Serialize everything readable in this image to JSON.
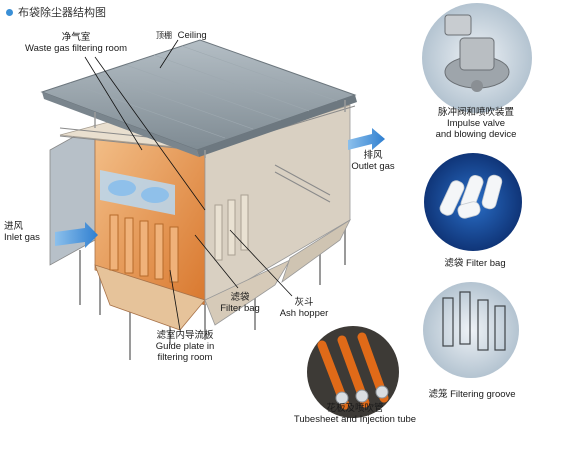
{
  "title": "布袋除尘器结构图",
  "labels": {
    "ceiling_cn": "顶棚",
    "ceiling_en": "Ceiling",
    "waste_gas_room_cn": "净气室",
    "waste_gas_room_en": "Waste gas filtering room",
    "outlet_gas_cn": "排风",
    "outlet_gas_en": "Outlet gas",
    "inlet_gas_cn": "进风",
    "inlet_gas_en": "Inlet gas",
    "filter_bag_cn": "滤袋",
    "filter_bag_en": "Filter bag",
    "ash_hopper_cn": "灰斗",
    "ash_hopper_en": "Ash hopper",
    "guide_plate_cn": "滤室内导流板",
    "guide_plate_en_1": "Guide plate in",
    "guide_plate_en_2": "filtering room",
    "impulse_valve_cn": "脉冲阀和喷吹装置",
    "impulse_valve_en_1": "Impulse valve",
    "impulse_valve_en_2": "and blowing device",
    "filter_bag_inset": "滤袋  Filter bag",
    "filtering_groove": "滤笼  Filtering groove",
    "tubesheet_cn": "花板及喷吹管",
    "tubesheet_en": "Tubesheet and Injection tube"
  },
  "colors": {
    "bullet": "#3a8fd6",
    "roof": "#8f9ba3",
    "frame": "#c9c1b4",
    "interior": "#e8a25e",
    "airflow": "#2f7fd0",
    "inset_bg": "#c7d3de"
  }
}
